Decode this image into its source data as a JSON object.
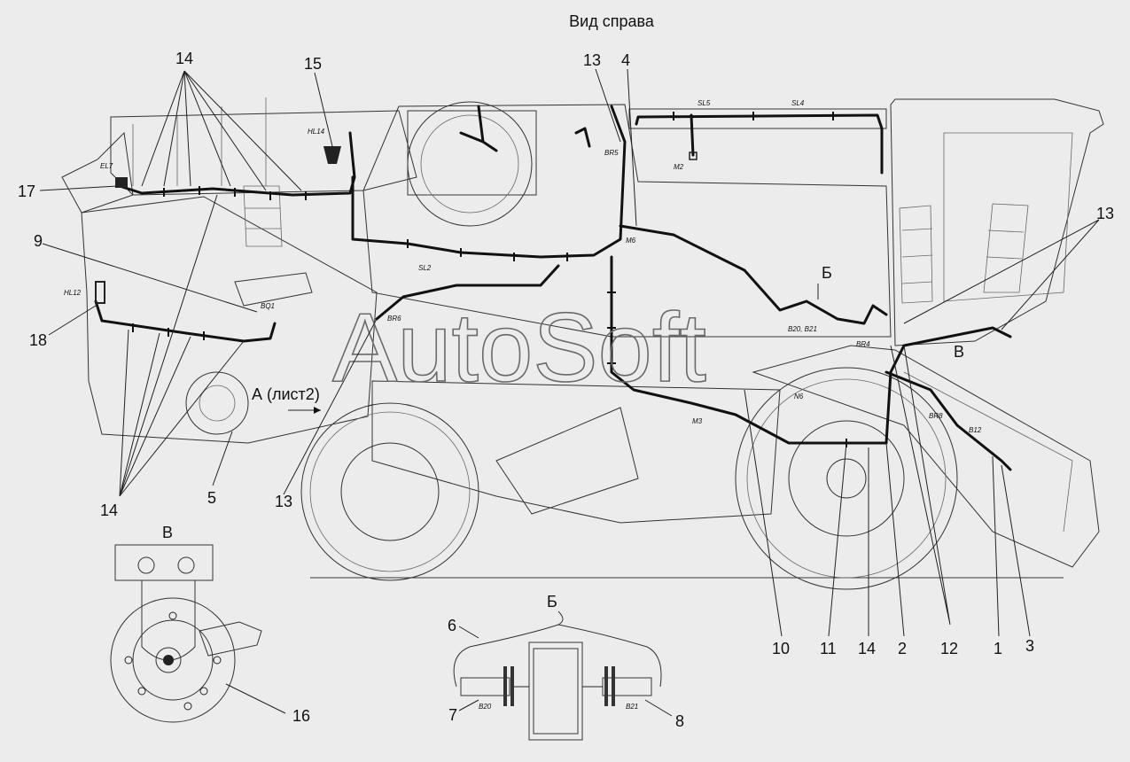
{
  "view_title": "Вид справа",
  "watermark": "AutoSoft",
  "section_a_label": "А (лист2)",
  "section_b_marker": "Б",
  "section_v_marker": "В",
  "callouts": {
    "c14_top": "14",
    "c15": "15",
    "c13_top": "13",
    "c4": "4",
    "c17": "17",
    "c9": "9",
    "c18": "18",
    "c13_right": "13",
    "c5": "5",
    "c14_bottom": "14",
    "c13_bottom": "13",
    "c10": "10",
    "c11": "11",
    "c14_mid": "14",
    "c2": "2",
    "c12": "12",
    "c1": "1",
    "c3": "3",
    "c6": "6",
    "c7": "7",
    "c8": "8",
    "c16": "16"
  },
  "component_tags": {
    "el7": "EL7",
    "hl14": "HL14",
    "hl12": "HL12",
    "bq1": "BQ1",
    "sl2": "SL2",
    "br6": "BR6",
    "br5": "BR5",
    "m2": "M2",
    "sl5": "SL5",
    "sl4": "SL4",
    "m6": "M6",
    "m3": "M3",
    "b20b21": "B20, B21",
    "br4": "BR4",
    "br8": "BR8",
    "b12": "B12",
    "b20": "B20",
    "b21": "B21",
    "n6": "N6"
  },
  "detail_views": {
    "v_title": "В",
    "b_title": "Б"
  }
}
